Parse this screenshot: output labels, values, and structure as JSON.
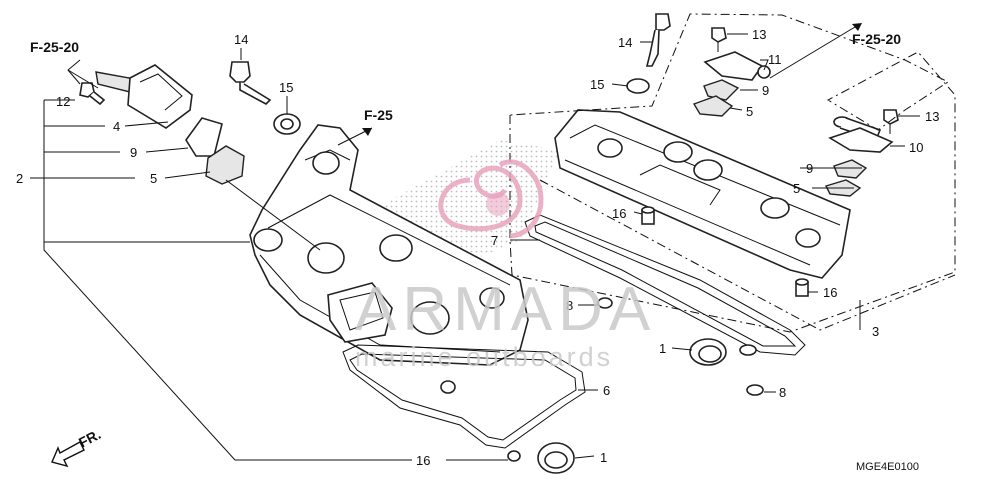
{
  "references": {
    "fig_left": "F-25-20",
    "fig_right": "F-25-20",
    "fig_mid": "F-25"
  },
  "front_marker": "FR.",
  "diagram_code": "MGE4E0100",
  "watermark": {
    "brand": "ARMADA",
    "tagline": "marine outboards"
  },
  "labels": {
    "c14L": "14",
    "c15L": "15",
    "c12": "12",
    "c4": "4",
    "c9L": "9",
    "c2": "2",
    "c5L": "5",
    "c14R": "14",
    "c15R": "15",
    "c13T": "13",
    "c11": "11",
    "c9TR": "9",
    "c5TR": "5",
    "c13R": "13",
    "c10": "10",
    "c9MR": "9",
    "c5MR": "5",
    "c16M": "16",
    "c7": "7",
    "c8M": "8",
    "c16R": "16",
    "c3": "3",
    "c1M": "1",
    "c8B": "8",
    "c6": "6",
    "c16B": "16",
    "c1B": "1"
  },
  "colors": {
    "watermark_pink": "#e7a3bd",
    "watermark_grey": "#c9c9c9",
    "line": "#111111"
  }
}
